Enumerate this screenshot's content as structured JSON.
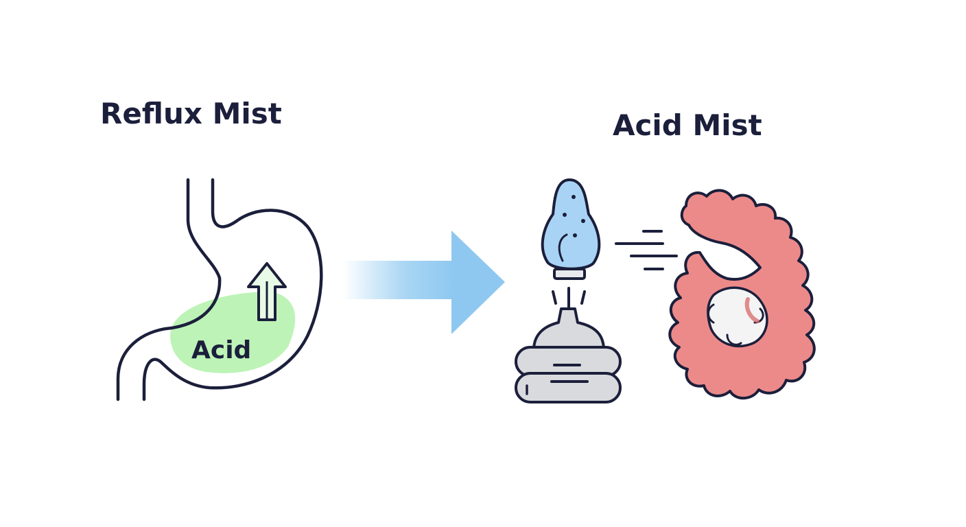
{
  "left_panel": {
    "title": "Reflux Mist",
    "acid_label": "Acid"
  },
  "right_panel": {
    "title": "Acid Mist"
  },
  "colors": {
    "outline": "#1b1f3b",
    "acid_pool": "#b9f2b3",
    "arrow_green": "#e9fbe6",
    "flow_arrow": "#8ec8f0",
    "droplet": "#a9d3f5",
    "base_grey": "#d9dadd",
    "organ_pink": "#ec8a8a"
  },
  "icons": [
    "stomach-icon",
    "up-arrow-icon",
    "flow-arrow-icon",
    "mist-droplet-icon",
    "nebulizer-base-icon",
    "motion-lines-icon",
    "lung-organ-icon"
  ]
}
